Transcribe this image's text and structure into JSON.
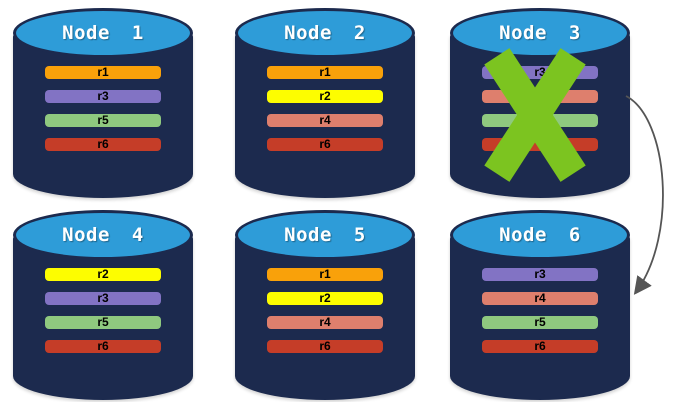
{
  "colors": {
    "background": "#ffffff",
    "cylinder_body": "#1C2A4E",
    "cylinder_top": "#2E9CD8",
    "node_title_text": "#ffffff",
    "replica_label_text": "#000000",
    "r1": "#F9A10A",
    "r2": "#FDFD00",
    "r3": "#8273C4",
    "r4": "#DE7F6D",
    "r5": "#8FC97F",
    "r6": "#C53D28",
    "failure_x": "#7CC420",
    "arrow": "#555555"
  },
  "nodes": [
    {
      "label": "Node 1",
      "failed": false,
      "replicas": [
        {
          "label": "r1",
          "color_key": "r1"
        },
        {
          "label": "r3",
          "color_key": "r3"
        },
        {
          "label": "r5",
          "color_key": "r5"
        },
        {
          "label": "r6",
          "color_key": "r6"
        }
      ]
    },
    {
      "label": "Node 2",
      "failed": false,
      "replicas": [
        {
          "label": "r1",
          "color_key": "r1"
        },
        {
          "label": "r2",
          "color_key": "r2"
        },
        {
          "label": "r4",
          "color_key": "r4"
        },
        {
          "label": "r6",
          "color_key": "r6"
        }
      ]
    },
    {
      "label": "Node 3",
      "failed": true,
      "replicas": [
        {
          "label": "r3",
          "color_key": "r3"
        },
        {
          "label": "",
          "color_key": "r4"
        },
        {
          "label": "",
          "color_key": "r5"
        },
        {
          "label": "",
          "color_key": "r6"
        }
      ]
    },
    {
      "label": "Node 4",
      "failed": false,
      "replicas": [
        {
          "label": "r2",
          "color_key": "r2"
        },
        {
          "label": "r3",
          "color_key": "r3"
        },
        {
          "label": "r5",
          "color_key": "r5"
        },
        {
          "label": "r6",
          "color_key": "r6"
        }
      ]
    },
    {
      "label": "Node 5",
      "failed": false,
      "replicas": [
        {
          "label": "r1",
          "color_key": "r1"
        },
        {
          "label": "r2",
          "color_key": "r2"
        },
        {
          "label": "r4",
          "color_key": "r4"
        },
        {
          "label": "r6",
          "color_key": "r6"
        }
      ]
    },
    {
      "label": "Node 6",
      "failed": false,
      "replicas": [
        {
          "label": "r3",
          "color_key": "r3"
        },
        {
          "label": "r4",
          "color_key": "r4"
        },
        {
          "label": "r5",
          "color_key": "r5"
        },
        {
          "label": "r6",
          "color_key": "r6"
        }
      ]
    }
  ],
  "arrow": {
    "from": "Node 3",
    "to": "Node 6"
  }
}
